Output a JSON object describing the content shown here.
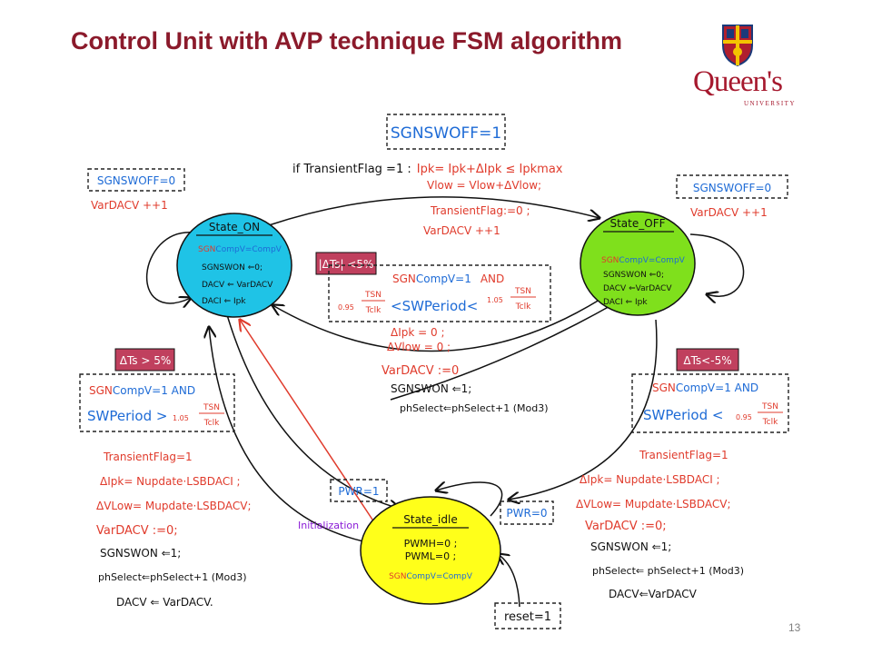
{
  "slide": {
    "title": "Control Unit with AVP technique FSM algorithm",
    "page_number": "13"
  },
  "logo": {
    "wordmark": "Queen's",
    "subtitle": "UNIVERSITY"
  },
  "states": {
    "on": {
      "name": "State_ON",
      "line1": "SGN",
      "line1_rest": "CompV=CompV",
      "line2": "SGNSWON ⇐0;",
      "line3": "DACV ⇐ VarDACV",
      "line4": "DACI ⇐ Ipk"
    },
    "off": {
      "name": "State_OFF",
      "line1": "SGN",
      "line1_rest": "CompV=CompV",
      "line2": "SGNSWON ⇐0;",
      "line3": "DACV ⇐VarDACV",
      "line4": "DACI ⇐ Ipk"
    },
    "idle": {
      "name": "State_idle",
      "line1": "PWMH=0 ;",
      "line2": "PWML=0 ;",
      "line3": "SGN",
      "line3_rest": "CompV=CompV"
    }
  },
  "top": {
    "box": "SGNSWOFF=1",
    "cond_prefix": "if TransientFlag =1 :",
    "cond_rest": "Ipk= Ipk+ΔIpk ≤ Ipkmax",
    "line2": "Vlow = Vlow+ΔVlow;",
    "line3": "TransientFlag:=0 ;",
    "line4": "VarDACV ++1"
  },
  "on_self": {
    "box": "SGNSWOFF=0",
    "text": "VarDACV ++1"
  },
  "off_self": {
    "box": "SGNSWOFF=0",
    "text": "VarDACV ++1"
  },
  "center": {
    "delta_box": "|ΔTs| <5%",
    "cond_line1_a": "SGN",
    "cond_line1_b": "CompV=1",
    "cond_line1_c": "AND",
    "left_coef": "0.95",
    "tsn": "TSN",
    "tclk": "Tclk",
    "sw_period": "<SWPeriod<",
    "right_coef": "1.05",
    "line_dipk": "ΔIpk = 0 ;",
    "line_dvlow": "ΔVlow = 0 ;",
    "line_vardacv": "VarDACV :=0",
    "line_sgnswon": "SGNSWON ⇐1;",
    "line_phselect": "phSelect⇐phSelect+1 (Mod3)"
  },
  "left": {
    "delta_box": "ΔTs > 5%",
    "cond_a": "SGN",
    "cond_b": "CompV=1 AND",
    "sw": "SWPeriod >",
    "coef": "1.05",
    "tsn": "TSN",
    "tclk": "Tclk",
    "l1": "TransientFlag=1",
    "l2": "ΔIpk= Nupdate·LSBDACI ;",
    "l3": "ΔVLow= Mupdate·LSBDACV;",
    "l4": "VarDACV  :=0;",
    "l5": "SGNSWON ⇐1;",
    "l6": "phSelect⇐phSelect+1 (Mod3)",
    "l7": "DACV ⇐ VarDACV."
  },
  "right": {
    "delta_box": "ΔTs<-5%",
    "cond_a": "SGN",
    "cond_b": "CompV=1 AND",
    "sw": "SWPeriod <",
    "coef": "0.95",
    "tsn": "TSN",
    "tclk": "Tclk",
    "l1": "TransientFlag=1",
    "l2": "ΔIpk= Nupdate·LSBDACI ;",
    "l3": "ΔVLow= Mupdate·LSBDACV;",
    "l4": "VarDACV :=0;",
    "l5": "SGNSWON ⇐1;",
    "l6": "phSelect⇐ phSelect+1 (Mod3)",
    "l7": "DACV⇐VarDACV"
  },
  "idle_labels": {
    "pwr1": "PWR=1",
    "pwr0": "PWR=0",
    "initialization": "Initialization",
    "reset": "reset=1"
  },
  "colors": {
    "title": "#8b1a2b",
    "state_on": "#1fc3e6",
    "state_off": "#7fe01c",
    "state_idle": "#ffff1a",
    "handwriting_blue": "#1e6bd6",
    "handwriting_red": "#e03b2c",
    "initialization_arrow": "#e03b2c",
    "initialization_text": "#8a1bd6",
    "delta_box_fill": "#c0405e"
  }
}
